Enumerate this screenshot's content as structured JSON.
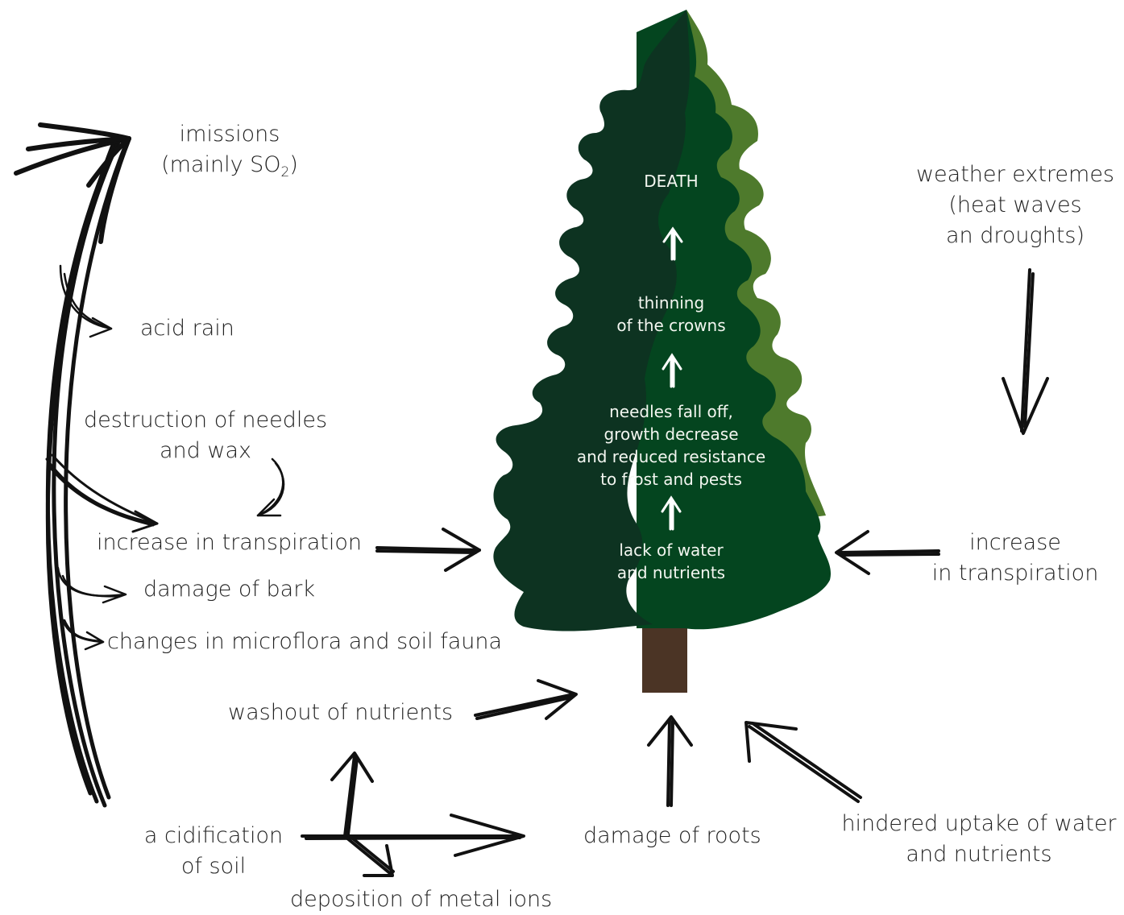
{
  "colors": {
    "dark_green": "#0d3321",
    "mid_green": "#04451f",
    "light_green": "#4e7a2c",
    "trunk": "#4b3425",
    "ink": "#111111"
  },
  "labels": {
    "imissions_line1": "imissions",
    "imissions_line2_prefix": "(mainly SO",
    "imissions_subscript": "2",
    "imissions_line2_suffix": ")",
    "acid_rain": "acid rain",
    "destruction_line1": "destruction of needles",
    "destruction_line2": "and wax",
    "increase_transpiration_left": "increase in transpiration",
    "damage_bark": "damage of bark",
    "changes_microflora": "changes in microflora and soil fauna",
    "washout": "washout of nutrients",
    "acidification_line1": "a cidification",
    "acidification_line2": "of soil",
    "deposition": "deposition of metal ions",
    "damage_roots": "damage of roots",
    "hindered_line1": "hindered uptake of water",
    "hindered_line2": "and nutrients",
    "increase_right_line1": "increase",
    "increase_right_line2": "in transpiration",
    "weather_line1": "weather extremes",
    "weather_line2": "(heat waves",
    "weather_line3": "an droughts)"
  },
  "tree_stages": {
    "death": "DEATH",
    "thinning_line1": "thinning",
    "thinning_line2": "of the crowns",
    "needles_line1": "needles fall off,",
    "needles_line2": "growth decrease",
    "needles_line3": "and reduced resistance",
    "needles_line4": "to frost and pests",
    "lack_line1": "lack of water",
    "lack_line2": "and nutrients"
  }
}
